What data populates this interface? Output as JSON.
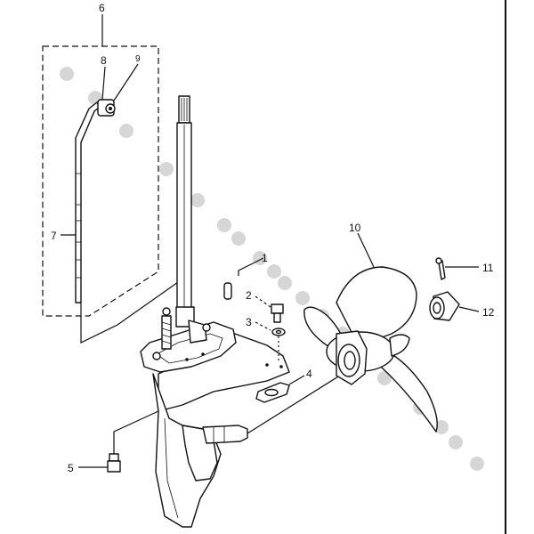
{
  "diagram": {
    "callouts": [
      {
        "id": "c1",
        "label": "1"
      },
      {
        "id": "c2",
        "label": "2"
      },
      {
        "id": "c3",
        "label": "3"
      },
      {
        "id": "c4",
        "label": "4"
      },
      {
        "id": "c5",
        "label": "5"
      },
      {
        "id": "c6",
        "label": "6"
      },
      {
        "id": "c7",
        "label": "7"
      },
      {
        "id": "c8",
        "label": "8"
      },
      {
        "id": "c9",
        "label": "9"
      },
      {
        "id": "c10",
        "label": "10"
      },
      {
        "id": "c11",
        "label": "11"
      },
      {
        "id": "c12",
        "label": "12"
      }
    ],
    "colors": {
      "line": "#111111",
      "background": "#ffffff",
      "watermark_dots": "#d6d6d6"
    }
  }
}
